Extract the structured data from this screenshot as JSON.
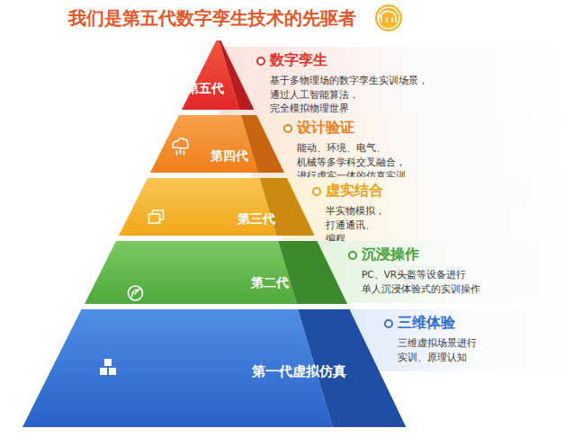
{
  "diagram": {
    "title": "我们是第五代数字孪生技术的先驱者",
    "nodes": [
      {
        "text": [
          "第五代"
        ]
      },
      {
        "text": [
          "数字孪生",
          "基于多物理场的数字孪生实训场景， 通过人工智能算法，完全模拟物理世界"
        ]
      },
      {
        "text": [
          "第四代"
        ]
      },
      {
        "text": [
          "设计验证",
          "能动、环境、电气、机械等多学科交叉融合， 进行虚实一体的仿真实训、设计验证操作"
        ]
      },
      {
        "text": [
          "第三代"
        ]
      },
      {
        "text": [
          "虚实结合",
          "半实物模拟，打通通讯、编程、 接线、故障排除、维修等环节"
        ]
      },
      {
        "text": [
          "第二代"
        ]
      },
      {
        "text": [
          "沉浸操作",
          "PC、VR头盔等设备进行 单人沉浸体验式的实训操作"
        ]
      },
      {
        "text": [
          "第一代虚拟仿真"
        ]
      },
      {
        "text": [
          "三维体验",
          "三维虚拟场景进行 实训、原理认知"
        ]
      }
    ]
  }
}
